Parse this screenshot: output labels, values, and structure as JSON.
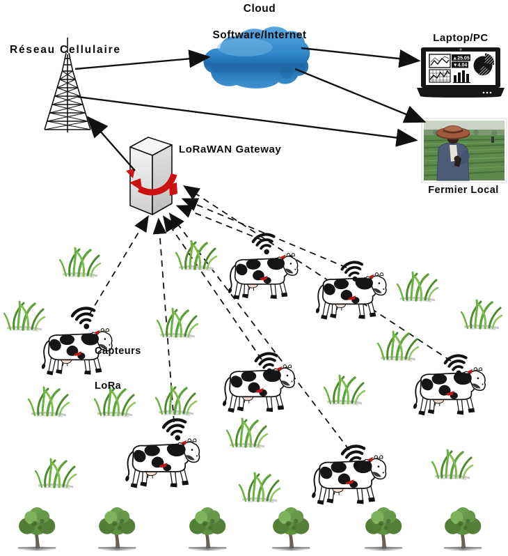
{
  "labels": {
    "cloud_line1": "Cloud",
    "cloud_line2": "Software/Internet",
    "cellular_network": "Réseau Cellulaire",
    "laptop": "Laptop/PC",
    "gateway": "LoRaWAN Gateway",
    "local_farmer": "Fermier Local",
    "lora_sensors_line1": "Capteurs",
    "lora_sensors_line2": "LoRa"
  },
  "laptop_screen": {
    "value_up": "▲25.05",
    "value_down": "▼4.04"
  },
  "icons": {
    "tower": "cell-tower-icon",
    "cloud": "cloud-icon",
    "laptop": "laptop-icon",
    "gateway": "gateway-server-icon",
    "farmer": "farmer-photo",
    "cow": "cow-with-lora-sensor-icon",
    "wifi": "wifi-signal-icon",
    "grass": "grass-tuft-icon",
    "tree": "tree-icon"
  },
  "colors": {
    "cloud_blue": "#2f86c8",
    "ribbon_red": "#cc1111",
    "sensor_red": "#c01818",
    "grass_green": "#5fa33a",
    "tree_green": "#5f9140",
    "line_black": "#111111"
  },
  "diagram": {
    "type": "lorawan-cattle-monitoring-architecture",
    "nodes": [
      "Réseau Cellulaire",
      "Cloud Software/Internet",
      "Laptop/PC",
      "Fermier Local",
      "LoRaWAN Gateway",
      "Capteurs LoRa"
    ],
    "cow_count": 7,
    "tree_count": 6,
    "grass_tuft_count": 15,
    "solid_links": [
      "gateway→cellular-tower",
      "tower→cloud",
      "cloud→laptop",
      "cloud→farmer",
      "tower→farmer"
    ],
    "dashed_links": "each-cow-wifi→gateway"
  }
}
